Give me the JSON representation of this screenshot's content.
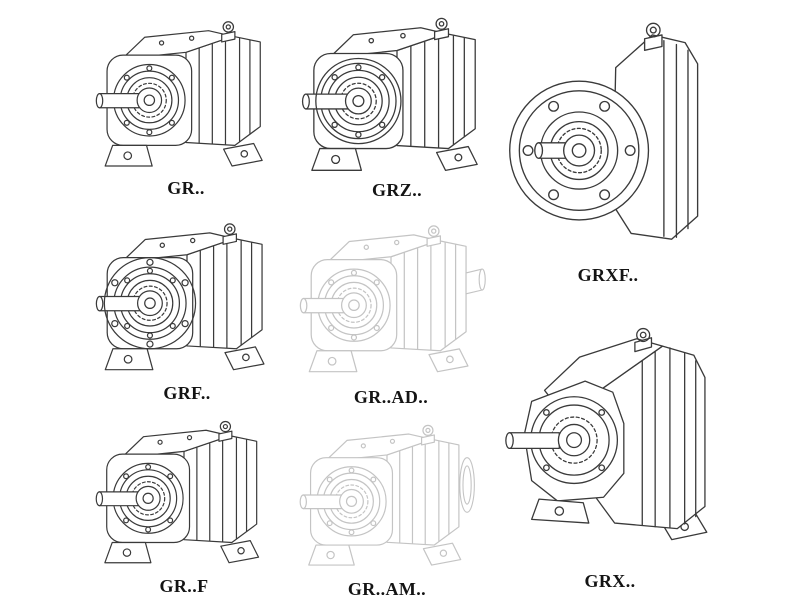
{
  "colors": {
    "ink": "#3a3a3a",
    "ghost": "#c4c4c4",
    "label": "#141414",
    "background": "#ffffff"
  },
  "models": [
    {
      "id": "gr",
      "label": "GR.."
    },
    {
      "id": "grz",
      "label": "GRZ.."
    },
    {
      "id": "grxf",
      "label": "GRXF.."
    },
    {
      "id": "grf",
      "label": "GRF.."
    },
    {
      "id": "gr-ad",
      "label": "GR..AD.."
    },
    {
      "id": "gr-f",
      "label": "GR..F"
    },
    {
      "id": "gr-am",
      "label": "GR..AM.."
    },
    {
      "id": "grx",
      "label": "GRX.."
    }
  ]
}
